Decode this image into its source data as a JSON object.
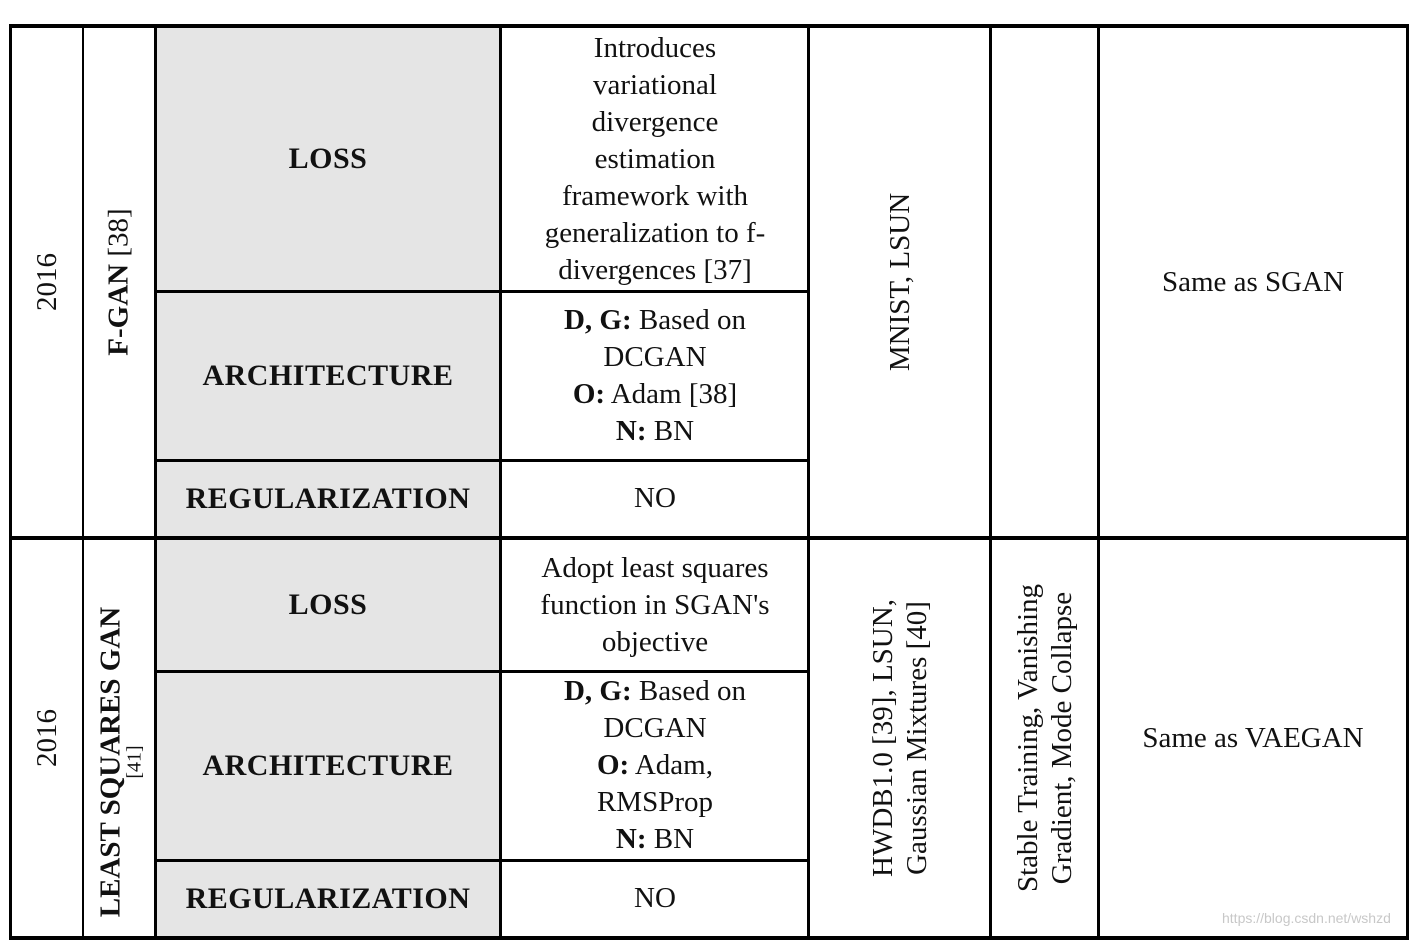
{
  "rows": [
    {
      "year": "2016",
      "model": "F-GAN",
      "model_ref": "[38]",
      "sections": [
        {
          "label": "LOSS",
          "description": [
            "Introduces",
            "variational",
            "divergence",
            "estimation",
            "framework with",
            "generalization to f-",
            "divergences [37]"
          ]
        },
        {
          "label": "ARCHITECTURE",
          "arch": [
            {
              "key": "D, G:",
              "value": " Based on"
            },
            {
              "key": "",
              "value": "DCGAN"
            },
            {
              "key": "O:",
              "value": " Adam [38]"
            },
            {
              "key": "N:",
              "value": " BN"
            }
          ]
        },
        {
          "label": "REGULARIZATION",
          "description": [
            "NO"
          ]
        }
      ],
      "datasets": "MNIST, LSUN",
      "issues": [],
      "evaluation": "Same as SGAN"
    },
    {
      "year": "2016",
      "model": "LEAST SQUARES GAN",
      "model_ref": "[41]",
      "sections": [
        {
          "label": "LOSS",
          "description": [
            "Adopt least squares",
            "function in SGAN's",
            "objective"
          ]
        },
        {
          "label": "ARCHITECTURE",
          "arch": [
            {
              "key": "D, G:",
              "value": " Based on"
            },
            {
              "key": "",
              "value": "DCGAN"
            },
            {
              "key": "O:",
              "value": " Adam,"
            },
            {
              "key": "",
              "value": "RMSProp"
            },
            {
              "key": "N:",
              "value": " BN"
            }
          ]
        },
        {
          "label": "REGULARIZATION",
          "description": [
            "NO"
          ]
        }
      ],
      "datasets": [
        "HWDB1.0 [39], LSUN,",
        "Gaussian Mixtures [40]"
      ],
      "issues": [
        "Stable Training, Vanishing",
        "Gradient, Mode Collapse"
      ],
      "evaluation": "Same as VAEGAN"
    }
  ],
  "watermark": "https://blog.csdn.net/wshzd"
}
